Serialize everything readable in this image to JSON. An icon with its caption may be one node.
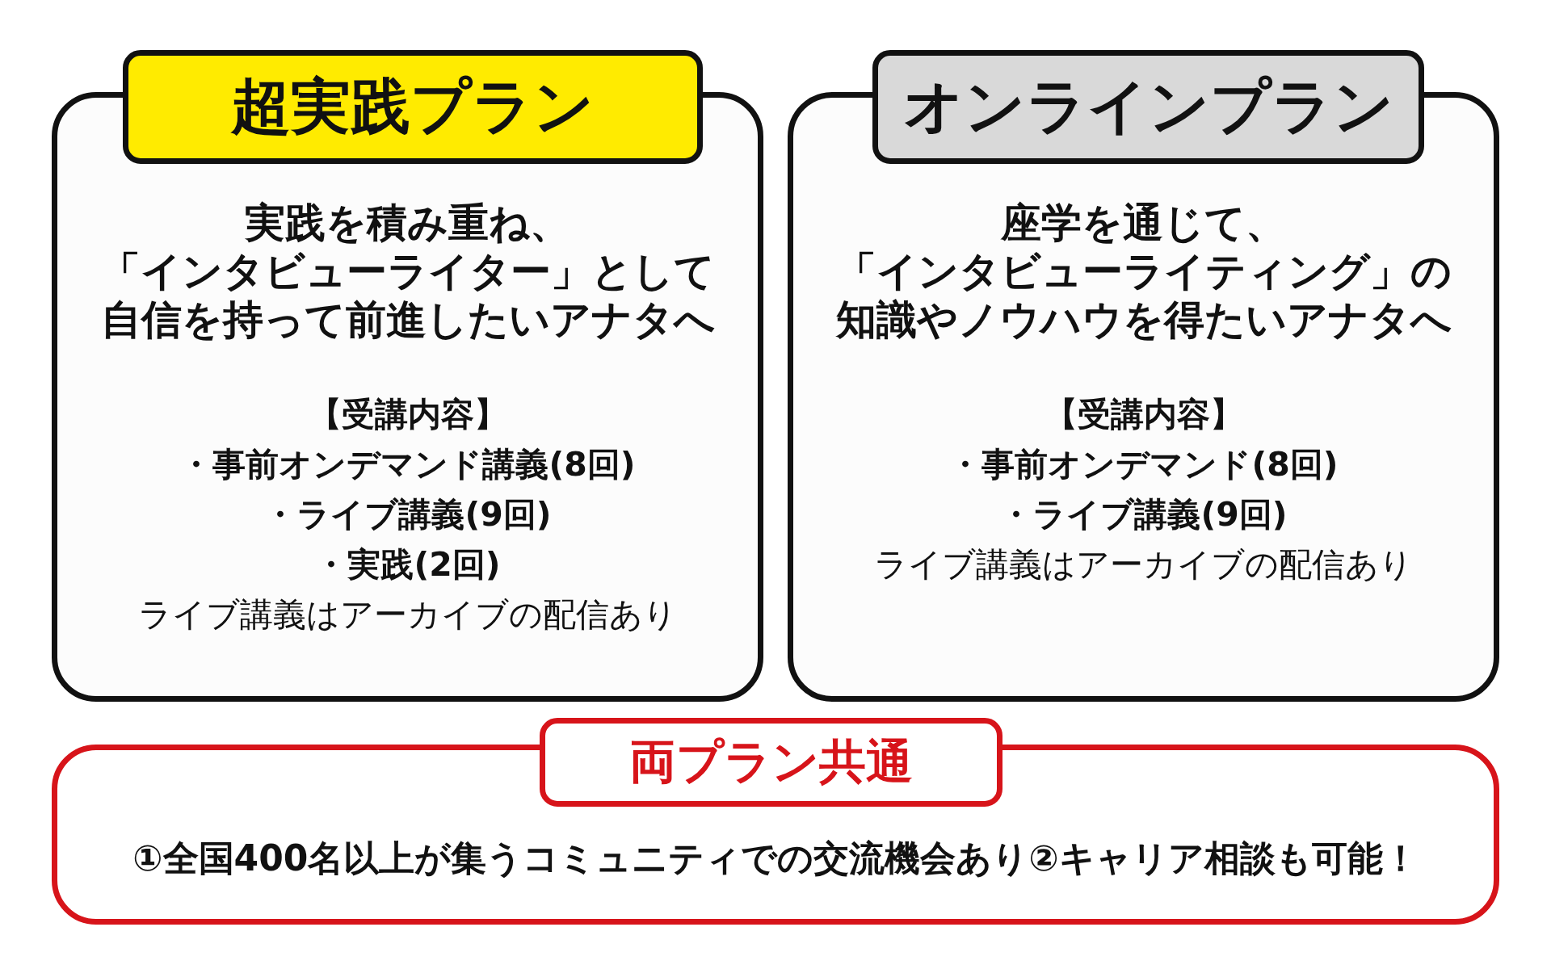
{
  "diagram": {
    "nodes": [
      {
        "text": [
          "超実践プラン",
          "実践を積み重ね、「インタビューライター」として自信を持って前進したいアナタへ",
          "【受講内容】",
          "・事前オンデマンド講義(8回)",
          "・ライブ講義(9回)",
          "・実践(2回)",
          "ライブ講義はアーカイブの配信あり"
        ]
      },
      {
        "text": [
          "オンラインプラン",
          "座学を通じて、「インタビューライティング」の知識やノウハウを得たいアナタへ",
          "【受講内容】",
          "・事前オンデマンド(8回)",
          "・ライブ講義(9回)",
          "ライブ講義はアーカイブの配信あり"
        ]
      },
      {
        "text": [
          "両プラン共通",
          "①全国400名以上が集うコミュニティでの交流機会あり②キャリア相談も可能！"
        ]
      }
    ],
    "edges": []
  }
}
